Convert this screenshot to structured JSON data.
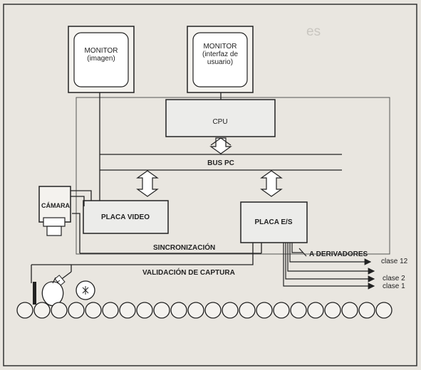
{
  "diagram": {
    "monitor_image": {
      "line1": "MONITOR",
      "line2": "(imagen)"
    },
    "monitor_ui": {
      "line1": "MONITOR",
      "line2": "(interfaz de",
      "line3": "usuario)"
    },
    "cpu": "CPU",
    "bus": "BUS PC",
    "camera": "CÁMARA",
    "video_board": "PLACA VIDEO",
    "io_board": "PLACA E/S",
    "sync": "SINCRONIZACIÓN",
    "capture_validation": "VALIDACIÓN DE CAPTURA",
    "derivers": "A DERIVADORES",
    "class_12": "clase 12",
    "class_2": "clase 2",
    "class_1": "clase 1"
  },
  "colors": {
    "paper": "#e9e6e0",
    "ink": "#222222",
    "screen": "#ffffff"
  }
}
